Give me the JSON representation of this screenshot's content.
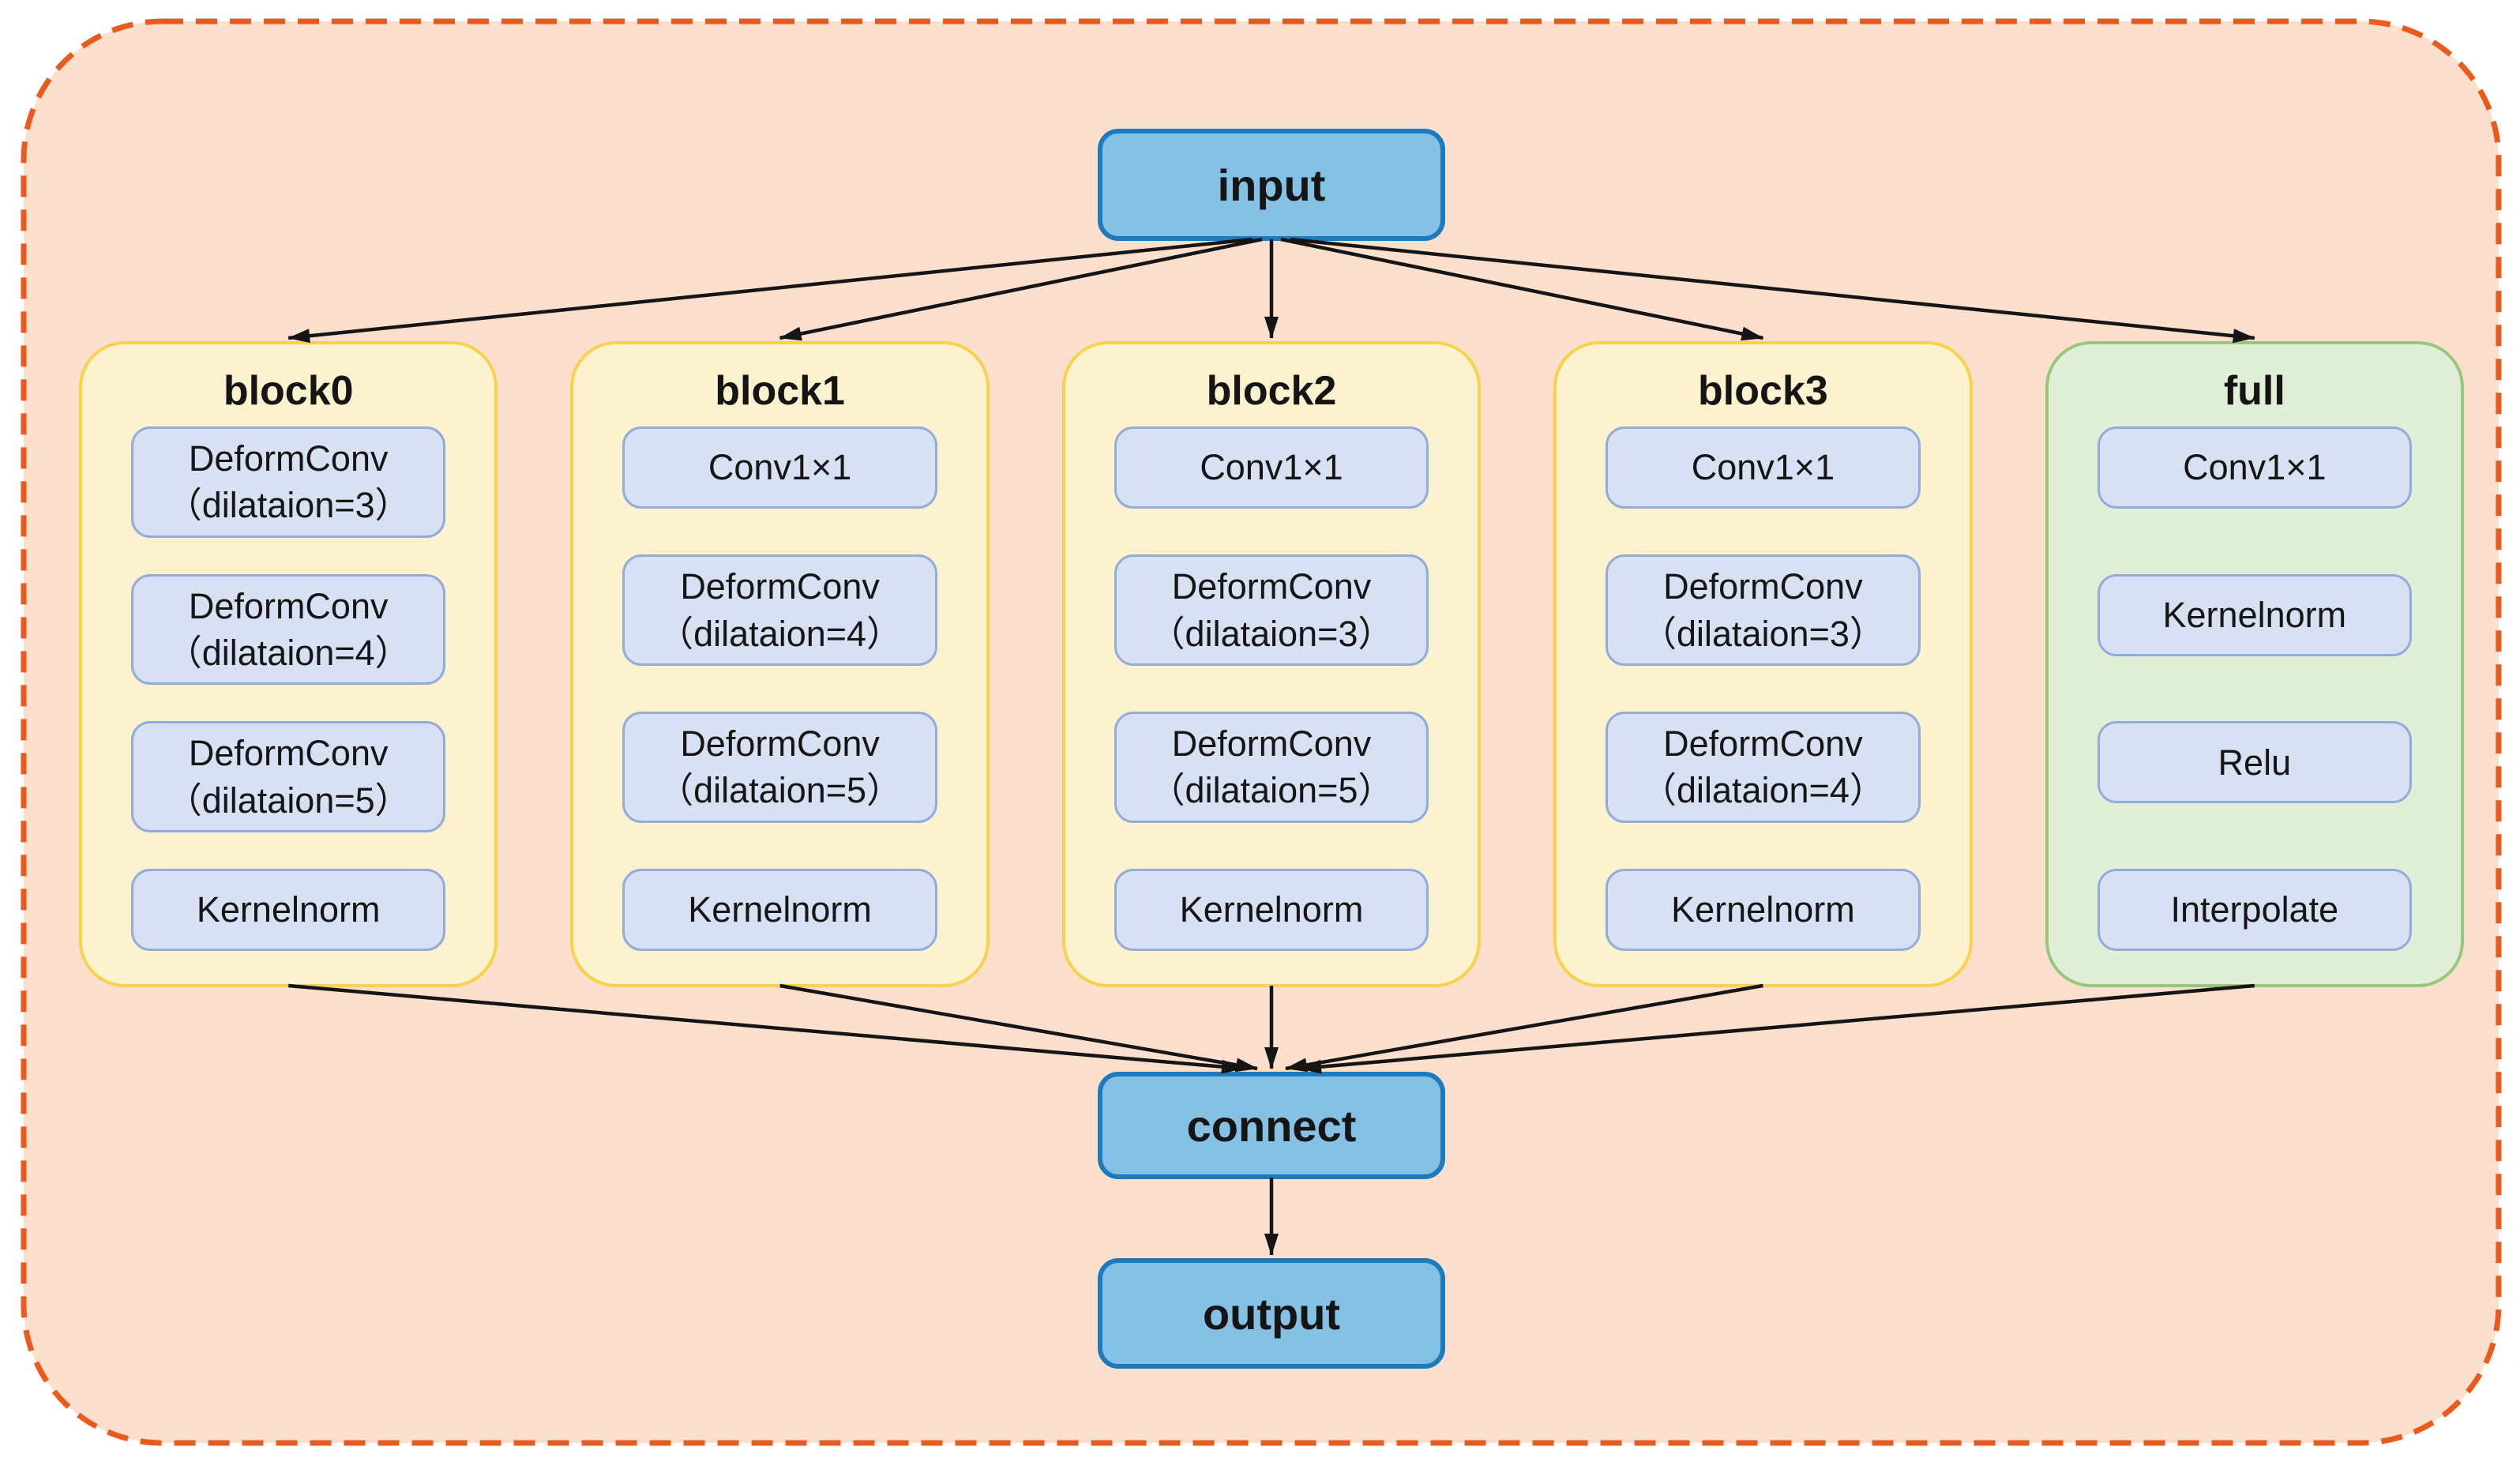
{
  "nodes": {
    "input": "input",
    "connect": "connect",
    "output": "output"
  },
  "columns": [
    {
      "title": "block0",
      "layers": [
        "DeformConv\n（dilataion=3）",
        "DeformConv\n（dilataion=4）",
        "DeformConv\n（dilataion=5）",
        "Kernelnorm"
      ]
    },
    {
      "title": "block1",
      "layers": [
        "Conv1×1",
        "DeformConv\n（dilataion=4）",
        "DeformConv\n（dilataion=5）",
        "Kernelnorm"
      ]
    },
    {
      "title": "block2",
      "layers": [
        "Conv1×1",
        "DeformConv\n（dilataion=3）",
        "DeformConv\n（dilataion=5）",
        "Kernelnorm"
      ]
    },
    {
      "title": "block3",
      "layers": [
        "Conv1×1",
        "DeformConv\n（dilataion=3）",
        "DeformConv\n（dilataion=4）",
        "Kernelnorm"
      ]
    },
    {
      "title": "full",
      "layers": [
        "Conv1×1",
        "Kernelnorm",
        "Relu",
        "Interpolate"
      ]
    }
  ],
  "edges": [
    {
      "from": "input",
      "to": "col-0"
    },
    {
      "from": "input",
      "to": "col-1"
    },
    {
      "from": "input",
      "to": "col-2"
    },
    {
      "from": "input",
      "to": "col-3"
    },
    {
      "from": "input",
      "to": "col-4"
    },
    {
      "from": "col-0",
      "to": "connect"
    },
    {
      "from": "col-1",
      "to": "connect"
    },
    {
      "from": "col-2",
      "to": "connect"
    },
    {
      "from": "col-3",
      "to": "connect"
    },
    {
      "from": "col-4",
      "to": "connect"
    },
    {
      "from": "connect",
      "to": "output"
    }
  ],
  "colors": {
    "frame_fill": "#fcdfcd",
    "frame_border": "#ea5a1c",
    "block_fill": "#fdf2cf",
    "block_border": "#fbd04b",
    "full_fill": "#e2efd8",
    "full_border": "#95c87d",
    "layer_fill": "#d7e1f3",
    "layer_border": "#92abd8",
    "node_fill": "#84c1e5",
    "node_border": "#1d7abd",
    "arrow": "#151515"
  }
}
